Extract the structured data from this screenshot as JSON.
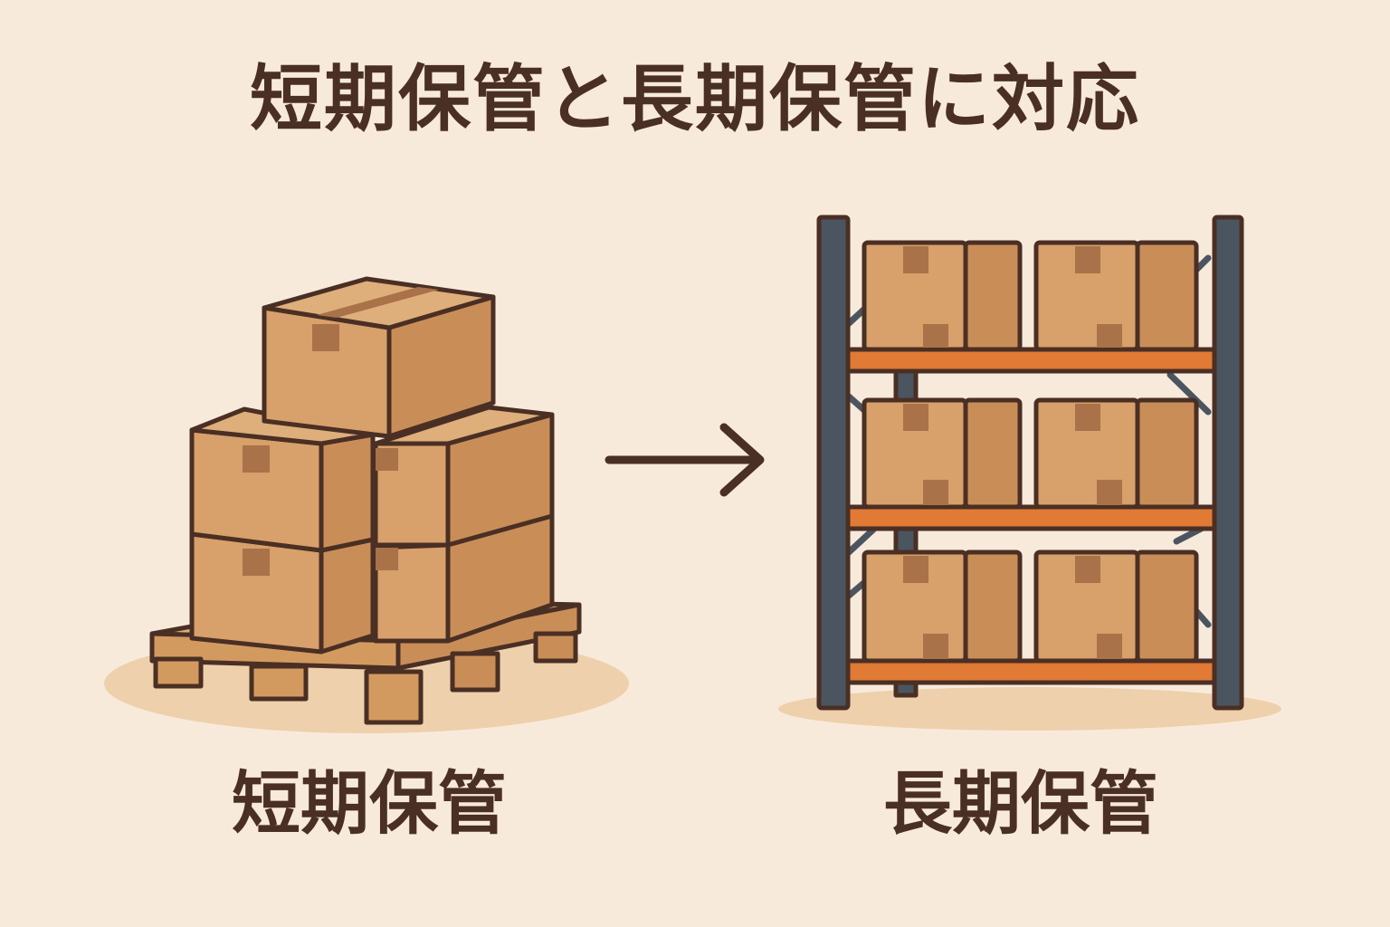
{
  "title": "短期保管と長期保管に対応",
  "left_label": "短期保管",
  "right_label": "長期保管",
  "colors": {
    "background": "#f8eadb",
    "text": "#4a2f24",
    "box_front": "#d8a06a",
    "box_side": "#c98e57",
    "box_top": "#deae7b",
    "tape": "#a97248",
    "pallet": "#d9a066",
    "rack_frame": "#4a5560",
    "rack_beam": "#e07a35",
    "outline": "#4a2f24"
  }
}
